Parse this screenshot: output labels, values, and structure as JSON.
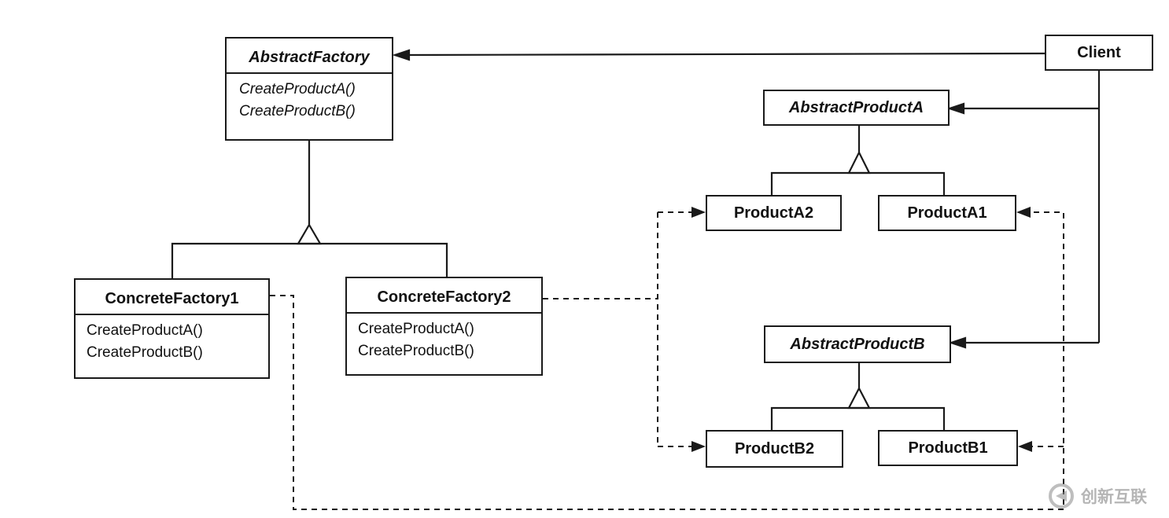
{
  "diagram": {
    "abstract_factory": {
      "name": "AbstractFactory",
      "operations": [
        "CreateProductA()",
        "CreateProductB()"
      ]
    },
    "concrete_factory_1": {
      "name": "ConcreteFactory1",
      "operations": [
        "CreateProductA()",
        "CreateProductB()"
      ]
    },
    "concrete_factory_2": {
      "name": "ConcreteFactory2",
      "operations": [
        "CreateProductA()",
        "CreateProductB()"
      ]
    },
    "client": {
      "name": "Client"
    },
    "abstract_product_a": {
      "name": "AbstractProductA"
    },
    "product_a2": {
      "name": "ProductA2"
    },
    "product_a1": {
      "name": "ProductA1"
    },
    "abstract_product_b": {
      "name": "AbstractProductB"
    },
    "product_b2": {
      "name": "ProductB2"
    },
    "product_b1": {
      "name": "ProductB1"
    }
  },
  "watermark": {
    "text": "创新互联"
  },
  "colors": {
    "line": "#1a1a1a",
    "watermark": "#7a7a7a"
  }
}
